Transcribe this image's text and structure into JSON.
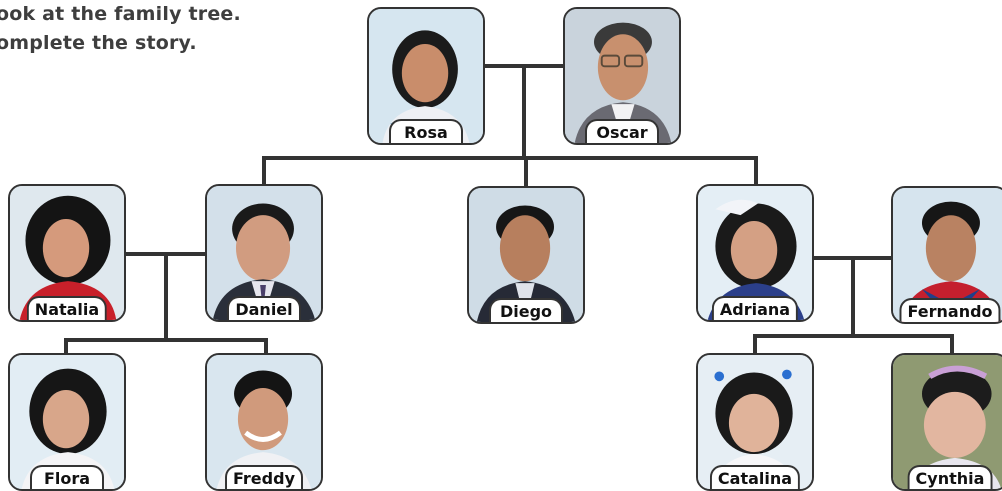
{
  "instructions": {
    "line1": "ook at the family tree.",
    "line2": "omplete the story."
  },
  "colors": {
    "line": "#333333",
    "card_bg": "#dde9f2"
  },
  "people": {
    "rosa": "Rosa",
    "oscar": "Oscar",
    "natalia": "Natalia",
    "daniel": "Daniel",
    "diego": "Diego",
    "adriana": "Adriana",
    "fernando": "Fernando",
    "flora": "Flora",
    "freddy": "Freddy",
    "catalina": "Catalina",
    "cynthia": "Cynthia"
  }
}
